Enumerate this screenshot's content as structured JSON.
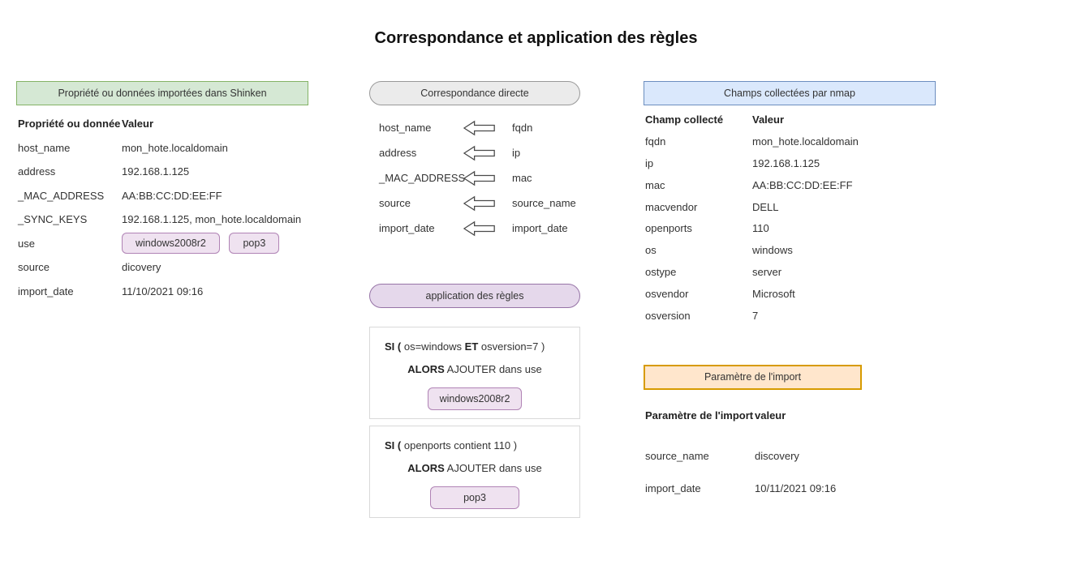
{
  "title": "Correspondance et application des règles",
  "colors": {
    "green_fill": "#d5e8d4",
    "green_border": "#84b366",
    "blue_fill": "#dae8fc",
    "blue_border": "#6c8ebf",
    "orange_fill": "#ffe6cc",
    "orange_border": "#d79b00",
    "purple_fill": "#e5d8eb",
    "purple_border": "#9673a6",
    "tag_fill": "#efe2f0",
    "tag_border": "#b083b5",
    "gray_fill": "#ebebeb",
    "gray_border": "#999999"
  },
  "shinken_panel": {
    "header": "Propriété ou données importées dans Shinken",
    "col_label": "Propriété ou donnée",
    "col_value": "Valeur",
    "rows": [
      {
        "label": "host_name",
        "value": "mon_hote.localdomain"
      },
      {
        "label": "address",
        "value": "192.168.1.125"
      },
      {
        "label": "_MAC_ADDRESS",
        "value": "AA:BB:CC:DD:EE:FF"
      },
      {
        "label": "_SYNC_KEYS",
        "value": "192.168.1.125, mon_hote.localdomain"
      },
      {
        "label": "use",
        "value": ""
      },
      {
        "label": "source",
        "value": "dicovery"
      },
      {
        "label": "import_date",
        "value": "11/10/2021 09:16"
      }
    ],
    "use_tags": [
      "windows2008r2",
      "pop3"
    ]
  },
  "mapping_panel": {
    "header": "Correspondance directe",
    "mappings": [
      {
        "target": "host_name",
        "source": "fqdn"
      },
      {
        "target": "address",
        "source": "ip"
      },
      {
        "target": "_MAC_ADDRESS",
        "source": "mac"
      },
      {
        "target": "source",
        "source": "source_name"
      },
      {
        "target": "import_date",
        "source": "import_date"
      }
    ]
  },
  "rules_panel": {
    "header": "application des règles",
    "rules": [
      {
        "si": "SI (",
        "cond_a": "os=windows",
        "et": "ET",
        "cond_b": "osversion=7 )",
        "alors": "ALORS",
        "action": "AJOUTER dans use",
        "tag": "windows2008r2"
      },
      {
        "si": "SI (",
        "cond_a": "openports contient 110 )",
        "et": "",
        "cond_b": "",
        "alors": "ALORS",
        "action": "AJOUTER dans use",
        "tag": "pop3"
      }
    ]
  },
  "nmap_panel": {
    "header": "Champs collectées par nmap",
    "col_label": "Champ collecté",
    "col_value": "Valeur",
    "rows": [
      {
        "label": "fqdn",
        "value": "mon_hote.localdomain"
      },
      {
        "label": "ip",
        "value": "192.168.1.125"
      },
      {
        "label": "mac",
        "value": "AA:BB:CC:DD:EE:FF"
      },
      {
        "label": "macvendor",
        "value": "DELL"
      },
      {
        "label": "openports",
        "value": "110"
      },
      {
        "label": "os",
        "value": "windows"
      },
      {
        "label": "ostype",
        "value": "server"
      },
      {
        "label": "osvendor",
        "value": "Microsoft"
      },
      {
        "label": "osversion",
        "value": "7"
      }
    ]
  },
  "import_panel": {
    "header": "Paramètre de l'import",
    "col_label": "Paramètre de l'import",
    "col_value": "valeur",
    "rows": [
      {
        "label": "source_name",
        "value": "discovery"
      },
      {
        "label": "import_date",
        "value": "10/11/2021 09:16"
      }
    ]
  }
}
